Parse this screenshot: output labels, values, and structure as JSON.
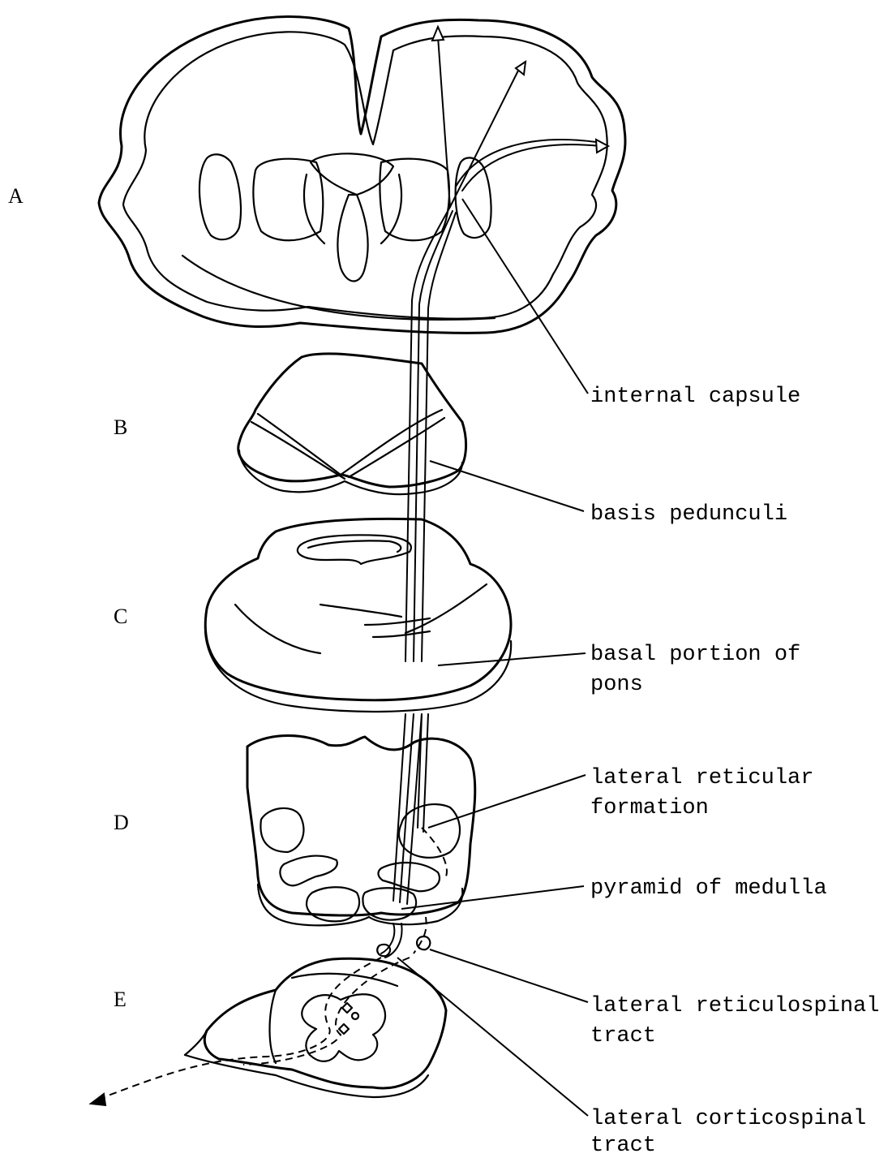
{
  "sections": [
    "A",
    "B",
    "C",
    "D",
    "E"
  ],
  "labels": {
    "internal_capsule": "internal capsule",
    "basis_pedunculi": "basis pedunculi",
    "basal_pons_1": "basal portion of",
    "basal_pons_2": "pons",
    "lat_ret_form_1": "lateral reticular",
    "lat_ret_form_2": "formation",
    "pyramid": "pyramid of medulla",
    "lat_retspin_1": "lateral reticulospinal",
    "lat_retspin_2": "tract",
    "lat_cortspin_1": "lateral corticospinal",
    "lat_cortspin_2": "tract"
  }
}
